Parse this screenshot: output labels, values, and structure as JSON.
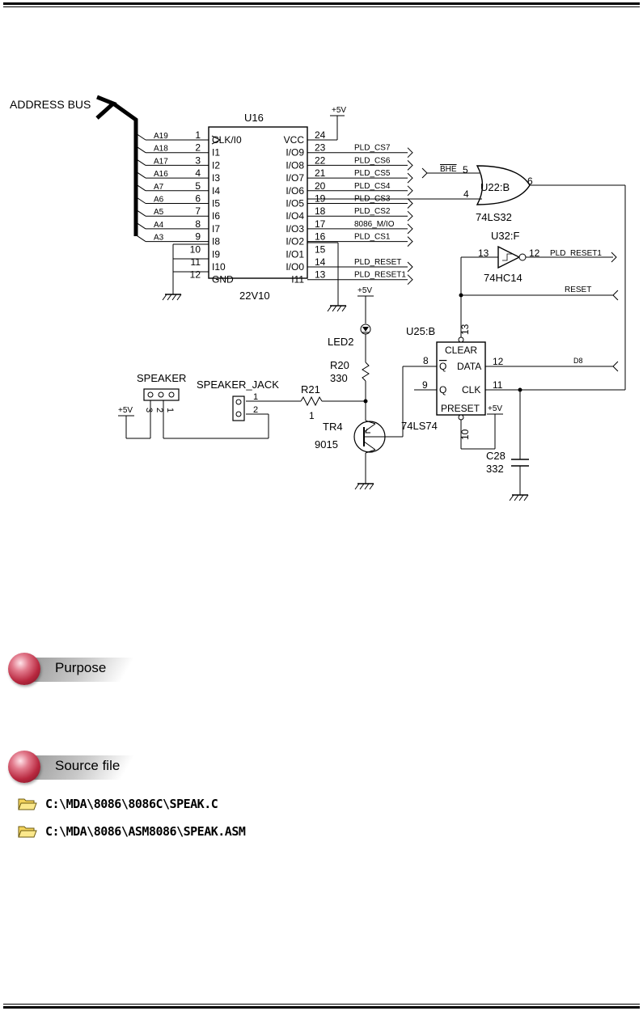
{
  "schematic": {
    "address_bus_label": "ADDRESS BUS",
    "u16": {
      "ref": "U16",
      "part": "22V10",
      "vcc_label": "+5V",
      "left_pins": [
        {
          "num": "1",
          "name": "CLK/I0",
          "net": "A19"
        },
        {
          "num": "2",
          "name": "I1",
          "net": "A18"
        },
        {
          "num": "3",
          "name": "I2",
          "net": "A17"
        },
        {
          "num": "4",
          "name": "I3",
          "net": "A16"
        },
        {
          "num": "5",
          "name": "I4",
          "net": "A7"
        },
        {
          "num": "6",
          "name": "I5",
          "net": "A6"
        },
        {
          "num": "7",
          "name": "I6",
          "net": "A5"
        },
        {
          "num": "8",
          "name": "I7",
          "net": "A4"
        },
        {
          "num": "9",
          "name": "I8",
          "net": "A3"
        },
        {
          "num": "10",
          "name": "I9",
          "net": ""
        },
        {
          "num": "11",
          "name": "I10",
          "net": ""
        },
        {
          "num": "12",
          "name": "GND",
          "net": ""
        }
      ],
      "right_pins": [
        {
          "num": "24",
          "name": "VCC",
          "net": ""
        },
        {
          "num": "23",
          "name": "I/O9",
          "net": "PLD_CS7"
        },
        {
          "num": "22",
          "name": "I/O8",
          "net": "PLD_CS6"
        },
        {
          "num": "21",
          "name": "I/O7",
          "net": "PLD_CS5"
        },
        {
          "num": "20",
          "name": "I/O6",
          "net": "PLD_CS4"
        },
        {
          "num": "19",
          "name": "I/O5",
          "net": "PLD_CS3"
        },
        {
          "num": "18",
          "name": "I/O4",
          "net": "PLD_CS2"
        },
        {
          "num": "17",
          "name": "I/O3",
          "net": "8086_M/IO"
        },
        {
          "num": "16",
          "name": "I/O2",
          "net": "PLD_CS1"
        },
        {
          "num": "15",
          "name": "I/O1",
          "net": ""
        },
        {
          "num": "14",
          "name": "I/O0",
          "net": "PLD_RESET"
        },
        {
          "num": "13",
          "name": "I11",
          "net": "PLD_RESET1"
        }
      ]
    },
    "u22": {
      "ref": "U22:B",
      "part": "74LS32",
      "in_a_label": "BHE",
      "in_a_pin": "5",
      "in_b_pin": "4",
      "out_pin": "6"
    },
    "u32": {
      "ref": "U32:F",
      "part": "74HC14",
      "in_pin": "13",
      "out_pin": "12",
      "out_net": "PLD_RESET1"
    },
    "reset_net": "RESET",
    "u25": {
      "ref": "U25:B",
      "part": "74LS74",
      "clear_label": "CLEAR",
      "clear_pin": "13",
      "qbar_label": "Q",
      "qbar_pin": "8",
      "q_label": "Q",
      "q_pin": "9",
      "data_label": "DATA",
      "data_pin": "12",
      "data_net": "D8",
      "clk_label": "CLK",
      "clk_pin": "11",
      "preset_label": "PRESET",
      "preset_pin": "10",
      "preset_supply": "+5V"
    },
    "led": {
      "ref": "LED2",
      "supply": "+5V"
    },
    "r20": {
      "ref": "R20",
      "value": "330"
    },
    "r21": {
      "ref": "R21",
      "value": "1"
    },
    "tr4": {
      "ref": "TR4",
      "part": "9015"
    },
    "c28": {
      "ref": "C28",
      "value": "332"
    },
    "speaker": {
      "ref": "SPEAKER",
      "pins": [
        "3",
        "2",
        "1"
      ],
      "supply": "+5V"
    },
    "speaker_jack": {
      "ref": "SPEAKER_JACK",
      "pins": [
        "1",
        "2"
      ]
    }
  },
  "sections": {
    "purpose": "Purpose",
    "source": "Source file"
  },
  "files": [
    "C:\\MDA\\8086\\8086C\\SPEAK.C",
    "C:\\MDA\\8086\\ASM8086\\SPEAK.ASM"
  ],
  "colors": {
    "ink": "#000000",
    "section_ball": "#b8283f",
    "folder": "#f3d35b"
  }
}
